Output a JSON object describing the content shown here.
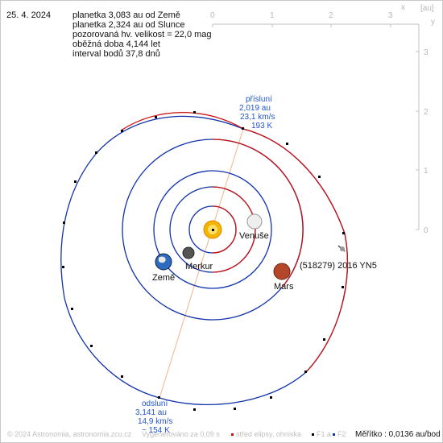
{
  "date": "25. 4. 2024",
  "info": [
    "planetka 3,083 au od Země",
    "planetka 2,324 au od Slunce",
    "pozorovaná hv. velikost = 22,0 mag",
    "oběžná doba 4,144 let",
    "interval bodů 37,8 dnů"
  ],
  "axis": {
    "unit": "[au]",
    "x_label": "x",
    "y_label": "y",
    "x_ticks": [
      "0",
      "1",
      "2",
      "3"
    ],
    "y_ticks": [
      "0",
      "1",
      "2",
      "3"
    ]
  },
  "perihelion": {
    "title": "přísluní",
    "dist": "2,019 au",
    "speed": "23,1 km/s",
    "temp": "193 K"
  },
  "aphelion": {
    "title": "odsluní",
    "dist": "3,141 au",
    "speed": "14,9 km/s",
    "temp": "~ 154 K"
  },
  "bodies": {
    "earth": "Země",
    "venus": "Venuše",
    "mercury": "Merkur",
    "mars": "Mars",
    "asteroid": "(518279) 2016 YN5"
  },
  "footer": {
    "copyright": "© 2024 Astronomia, astronomia.zcu.cz",
    "generated": "Vygenerováno za 0,09 s",
    "legend_center": "střed elipsy, ohniska",
    "legend_f1": "F1 a",
    "legend_f2": "F2",
    "scale": "Měřítko : 0,0136 au/bod"
  },
  "colors": {
    "near_sun": "#cc1111",
    "far_sun": "#1133aa",
    "apsis_line": "#f2b48a",
    "axis": "#c0c0c0",
    "label_blue": "#2255cc"
  }
}
